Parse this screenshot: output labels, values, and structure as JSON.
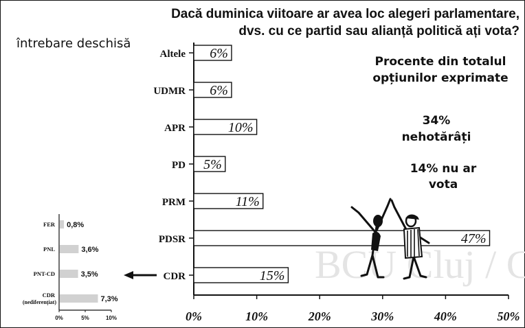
{
  "header": {
    "title_line1": "Dacă duminica viitoare ar avea loc alegeri parlamentare,",
    "title_line2": "dvs. cu ce partid sau alianță politică ați vota?",
    "side_note": "întrebare deschisă"
  },
  "info": {
    "subtitle_line1": "Procente din totalul",
    "subtitle_line2": "opțiunilor exprimate",
    "undecided_line1": "34%",
    "undecided_line2": "nehotărâți",
    "nonvoters_line1": "14% nu ar",
    "nonvoters_line2": "vota"
  },
  "watermark": "BCU Cluj / C",
  "chart_data": [
    {
      "type": "bar",
      "orientation": "horizontal",
      "categories": [
        "Altele",
        "UDMR",
        "APR",
        "PD",
        "PRM",
        "PDSR",
        "CDR"
      ],
      "values": [
        6,
        6,
        10,
        5,
        11,
        47,
        15
      ],
      "data_labels": [
        "6%",
        "6%",
        "10%",
        "5%",
        "11%",
        "47%",
        "15%"
      ],
      "x_ticks": [
        "0%",
        "10%",
        "20%",
        "30%",
        "40%",
        "50%"
      ],
      "xlim": [
        0,
        50
      ],
      "grid": false
    },
    {
      "type": "bar",
      "orientation": "horizontal",
      "categories": [
        "FER",
        "PNL",
        "PNT-CD",
        "CDR"
      ],
      "category_sublabels": [
        "",
        "",
        "",
        "(nediferențiat)"
      ],
      "values": [
        0.8,
        3.6,
        3.5,
        7.3
      ],
      "data_labels": [
        "0,8%",
        "3,6%",
        "3,5%",
        "7,3%"
      ],
      "x_ticks": [
        "0%",
        "5%",
        "10%"
      ],
      "xlim": [
        0,
        10
      ],
      "grid": false
    }
  ]
}
